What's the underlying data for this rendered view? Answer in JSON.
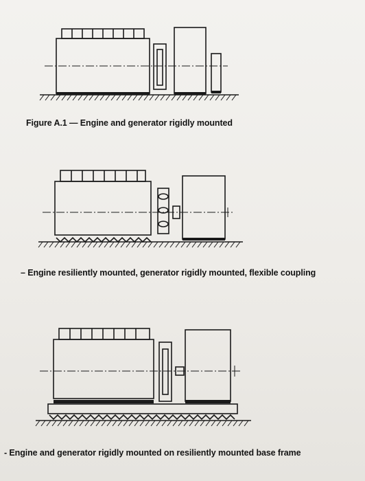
{
  "figures": [
    {
      "caption": "Figure A.1 — Engine and generator rigidly mounted"
    },
    {
      "caption": "– Engine resiliently mounted, generator rigidly mounted, flexible coupling"
    },
    {
      "caption": "- Engine and generator rigidly mounted on resiliently mounted base frame"
    }
  ],
  "colors": {
    "line": "#1a1a1a",
    "paper": "#f2f1ee"
  }
}
